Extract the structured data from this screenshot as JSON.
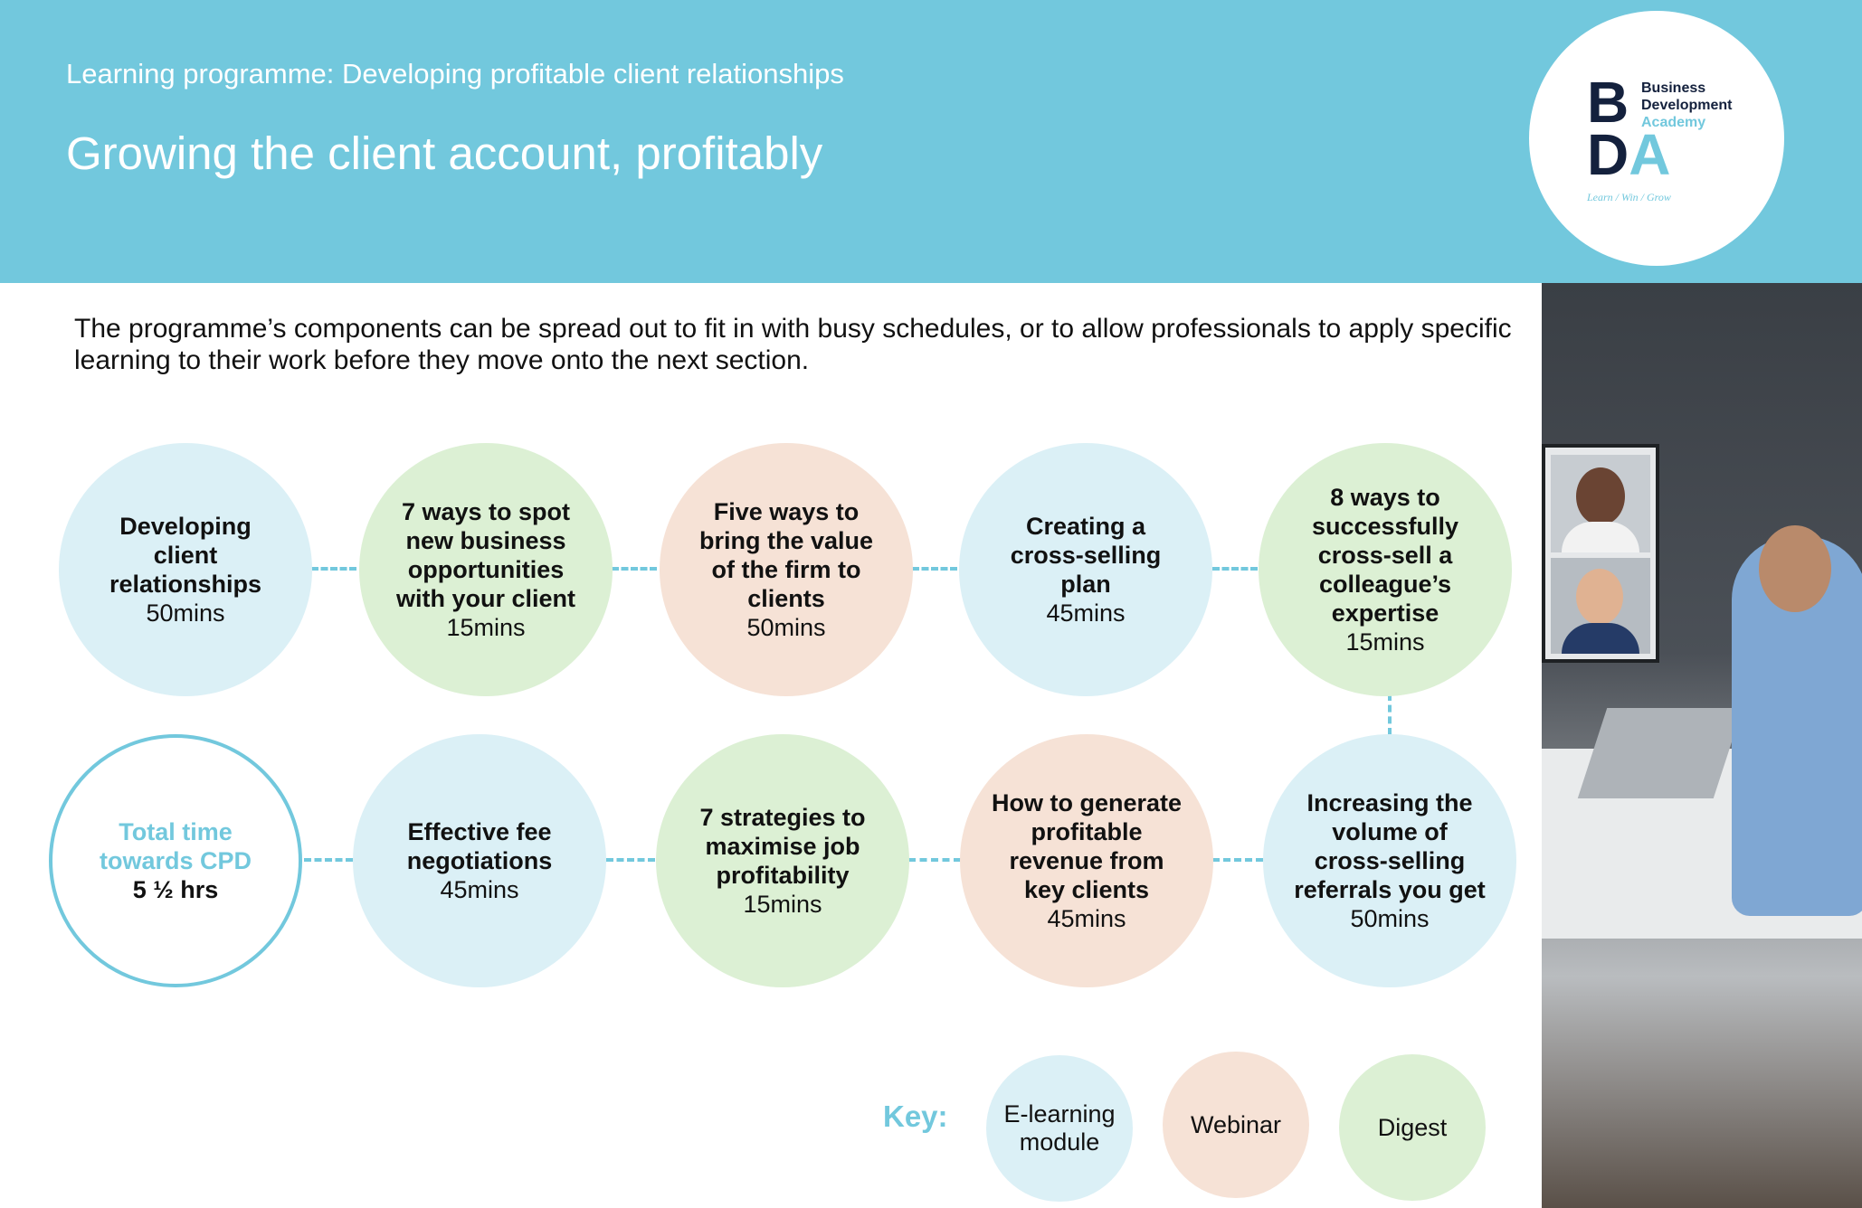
{
  "header": {
    "subtitle": "Learning programme: Developing profitable client relationships",
    "title": "Growing the client account, profitably"
  },
  "logo": {
    "mark_b": "B",
    "mark_d": "D",
    "mark_a": "A",
    "line1": "Business",
    "line2": "Development",
    "line3": "Academy",
    "tagline": "Learn / Win / Grow",
    "colors": {
      "dark": "#14213d",
      "accent": "#72c8dd"
    }
  },
  "intro": "The programme’s components can be spread out to fit in with busy schedules, or to allow professionals to apply specific learning to their work before they move onto the next section.",
  "modules_row1": [
    {
      "title": "Developing client relationships",
      "duration": "50mins",
      "type": "e-learning"
    },
    {
      "title": "7 ways to spot new business opportunities with your client",
      "duration": "15mins",
      "type": "digest"
    },
    {
      "title": "Five ways to bring the value of the firm to clients",
      "duration": "50mins",
      "type": "webinar"
    },
    {
      "title": "Creating a cross-selling plan",
      "duration": "45mins",
      "type": "e-learning"
    },
    {
      "title": "8 ways to successfully cross-sell a colleague’s expertise",
      "duration": "15mins",
      "type": "digest"
    }
  ],
  "modules_row2": [
    {
      "title": "Total time towards CPD",
      "duration": "5 ½ hrs",
      "type": "total"
    },
    {
      "title": "Effective fee negotiations",
      "duration": "45mins",
      "type": "e-learning"
    },
    {
      "title": "7 strategies to maximise job profitability",
      "duration": "15mins",
      "type": "digest"
    },
    {
      "title": "How to generate profitable revenue from key clients",
      "duration": "45mins",
      "type": "webinar"
    },
    {
      "title": "Increasing the volume of cross-selling referrals you get",
      "duration": "50mins",
      "type": "e-learning"
    }
  ],
  "key": {
    "label": "Key:",
    "items": [
      {
        "label": "E-learning module",
        "type": "e-learning"
      },
      {
        "label": "Webinar",
        "type": "webinar"
      },
      {
        "label": "Digest",
        "type": "digest"
      }
    ]
  },
  "colors": {
    "header": "#72c8dd",
    "e-learning": "#dbf0f6",
    "digest": "#dcf0d4",
    "webinar": "#f6e2d6",
    "connector": "#72c8dd"
  }
}
